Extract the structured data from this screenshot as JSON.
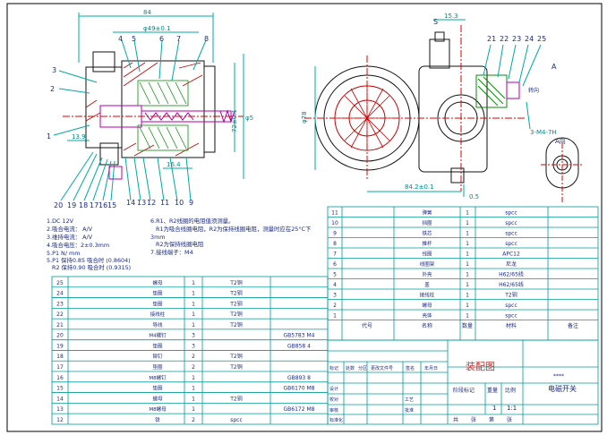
{
  "drawing": {
    "front_dims": {
      "width_top": "84",
      "inner_top": "φ49±0.1",
      "height_right": "φ5",
      "mid_right": "72±0.1",
      "left_mid": "13.9",
      "bottom_mid": "16.4"
    },
    "side_dims": {
      "top_small": "15.3",
      "left_big": "φ78",
      "bottom_long": "84.2±0.1",
      "bottom_small": "0.5",
      "right_thread": "3-M4-7H",
      "s_label": "S",
      "a_label": "A",
      "side_text": "转向",
      "detail_label": "A向"
    },
    "front_balloons_left": [
      "3",
      "2",
      "1"
    ],
    "front_balloons_top": [
      "4",
      "5",
      "6",
      "7",
      "8"
    ],
    "front_balloons_bottom": [
      "20",
      "19",
      "18",
      "17",
      "16",
      "15",
      "14",
      "13",
      "12",
      "11",
      "10",
      "9"
    ],
    "side_balloons_top": [
      "21",
      "22",
      "23",
      "24",
      "25"
    ]
  },
  "notes": [
    "1.DC  12V",
    "2.吸合电流：      A/V",
    "3.维持电流：      A/V",
    "4.吸合电压：2±0.3mm",
    "5.P1  N/   mm",
    "5.P1  保持0.85  吸合时 (0.8604)",
    "R2  保持0.90  吸合时 (0.9315)"
  ],
  "notes_right": [
    "6.R1、R2线圈的电阻值须测量。",
    "R1为吸合线圈电阻，R2为保持线圈电阻，测量时应在25°C下",
    "3mm",
    "R2为保持线圈电阻",
    "7.接线端子：M4"
  ],
  "bom_upper": [
    {
      "no": "11",
      "name": "弹簧",
      "qty": "1",
      "mat": "spcc"
    },
    {
      "no": "10",
      "name": "挡圈",
      "qty": "1",
      "mat": "spcc"
    },
    {
      "no": "9",
      "name": "铁芯",
      "qty": "1",
      "mat": "spcc"
    },
    {
      "no": "8",
      "name": "推杆",
      "qty": "1",
      "mat": "spcc"
    },
    {
      "no": "7",
      "name": "线圈",
      "qty": "1",
      "mat": "APC12"
    },
    {
      "no": "6",
      "name": "线圈架",
      "qty": "1",
      "mat": "尼龙"
    },
    {
      "no": "5",
      "name": "外壳",
      "qty": "1",
      "mat": "H62/65线"
    },
    {
      "no": "4",
      "name": "盖",
      "qty": "1",
      "mat": "H62/65线"
    },
    {
      "no": "3",
      "name": "接线柱",
      "qty": "1",
      "mat": "T2铜"
    },
    {
      "no": "2",
      "name": "螺母",
      "qty": "1",
      "mat": "spcc"
    },
    {
      "no": "1",
      "name": "壳体",
      "qty": "1",
      "mat": "spcc"
    }
  ],
  "bom_upper_header": {
    "no": "代号",
    "name": "名称",
    "qty": "数量",
    "mat": "材料",
    "remark": "备注"
  },
  "bom_lower": [
    {
      "no": "25",
      "name": "螺母",
      "qty": "1",
      "mat": "T2铜"
    },
    {
      "no": "24",
      "name": "垫圈",
      "qty": "1",
      "mat": "T2铜"
    },
    {
      "no": "23",
      "name": "垫圈",
      "qty": "1",
      "mat": "T2铜"
    },
    {
      "no": "22",
      "name": "接线柱",
      "qty": "1",
      "mat": "T2铜"
    },
    {
      "no": "21",
      "name": "导线",
      "qty": "1",
      "mat": "T2铜"
    },
    {
      "no": "20",
      "name": "M4螺钉",
      "qty": "3",
      "mat": "",
      "std": "GB5783  M4"
    },
    {
      "no": "19",
      "name": "垫圈",
      "qty": "3",
      "mat": "",
      "std": "GB858   4"
    },
    {
      "no": "18",
      "name": "铆钉",
      "qty": "2",
      "mat": "T2铜"
    },
    {
      "no": "17",
      "name": "垫圈",
      "qty": "2",
      "mat": "T2铜"
    },
    {
      "no": "16",
      "name": "M8螺钉",
      "qty": "1",
      "mat": "",
      "std": "GB893   8"
    },
    {
      "no": "15",
      "name": "垫圈",
      "qty": "1",
      "mat": "",
      "std": "GB6170  M8"
    },
    {
      "no": "14",
      "name": "螺母",
      "qty": "1",
      "mat": "T2铜"
    },
    {
      "no": "13",
      "name": "M8螺母",
      "qty": "1",
      "mat": "",
      "std": "GB6172  M8"
    },
    {
      "no": "12",
      "name": "铁",
      "qty": "2",
      "mat": "spcc"
    }
  ],
  "title_block": {
    "title": "装配图",
    "product": "电磁开关",
    "code": "****",
    "scale": "1:1",
    "qty": "1",
    "rev_labels": [
      "标记",
      "处数",
      "分区",
      "更改文件号",
      "签名",
      "年月日"
    ],
    "sign_labels": [
      "设计",
      "校对",
      "审核",
      "工艺",
      "批准",
      "标准化"
    ],
    "stage_label": "阶段标记",
    "weight_label": "重量",
    "scale_label": "比例",
    "sheet_labels": [
      "共",
      "张",
      "第",
      "张"
    ]
  }
}
